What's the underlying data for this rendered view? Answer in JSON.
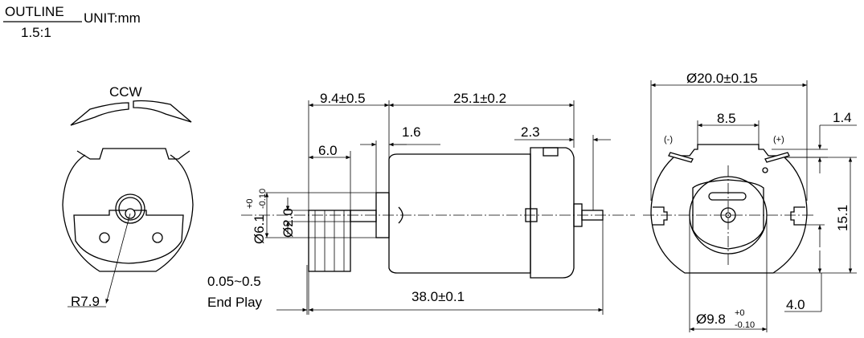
{
  "header": {
    "title": "OUTLINE",
    "scale": "1.5:1",
    "unit": "UNIT:mm"
  },
  "front_view": {
    "rotation": "CCW",
    "radius": "R7.9"
  },
  "side_view": {
    "dim_9_4": "9.4±0.5",
    "dim_25_1": "25.1±0.2",
    "dim_1_6": "1.6",
    "dim_2_3": "2.3",
    "dim_6_0": "6.0",
    "dim_dia_6_1": "Ø6.1",
    "dim_dia_6_1_tol_upper": "+0",
    "dim_dia_6_1_tol_lower": "-0.10",
    "dim_dia_2_0": "Ø2.0",
    "end_play_value": "0.05~0.5",
    "end_play_label": "End Play",
    "dim_38_0": "38.0±0.1"
  },
  "rear_view": {
    "dim_dia_20_0": "Ø20.0±0.15",
    "dim_8_5": "8.5",
    "dim_1_4": "1.4",
    "minus_label": "(-)",
    "plus_label": "(+)",
    "dim_15_1": "15.1",
    "dim_4_0": "4.0",
    "dim_dia_9_8": "Ø9.8",
    "dim_dia_9_8_tol_upper": "+0",
    "dim_dia_9_8_tol_lower": "-0.10"
  }
}
